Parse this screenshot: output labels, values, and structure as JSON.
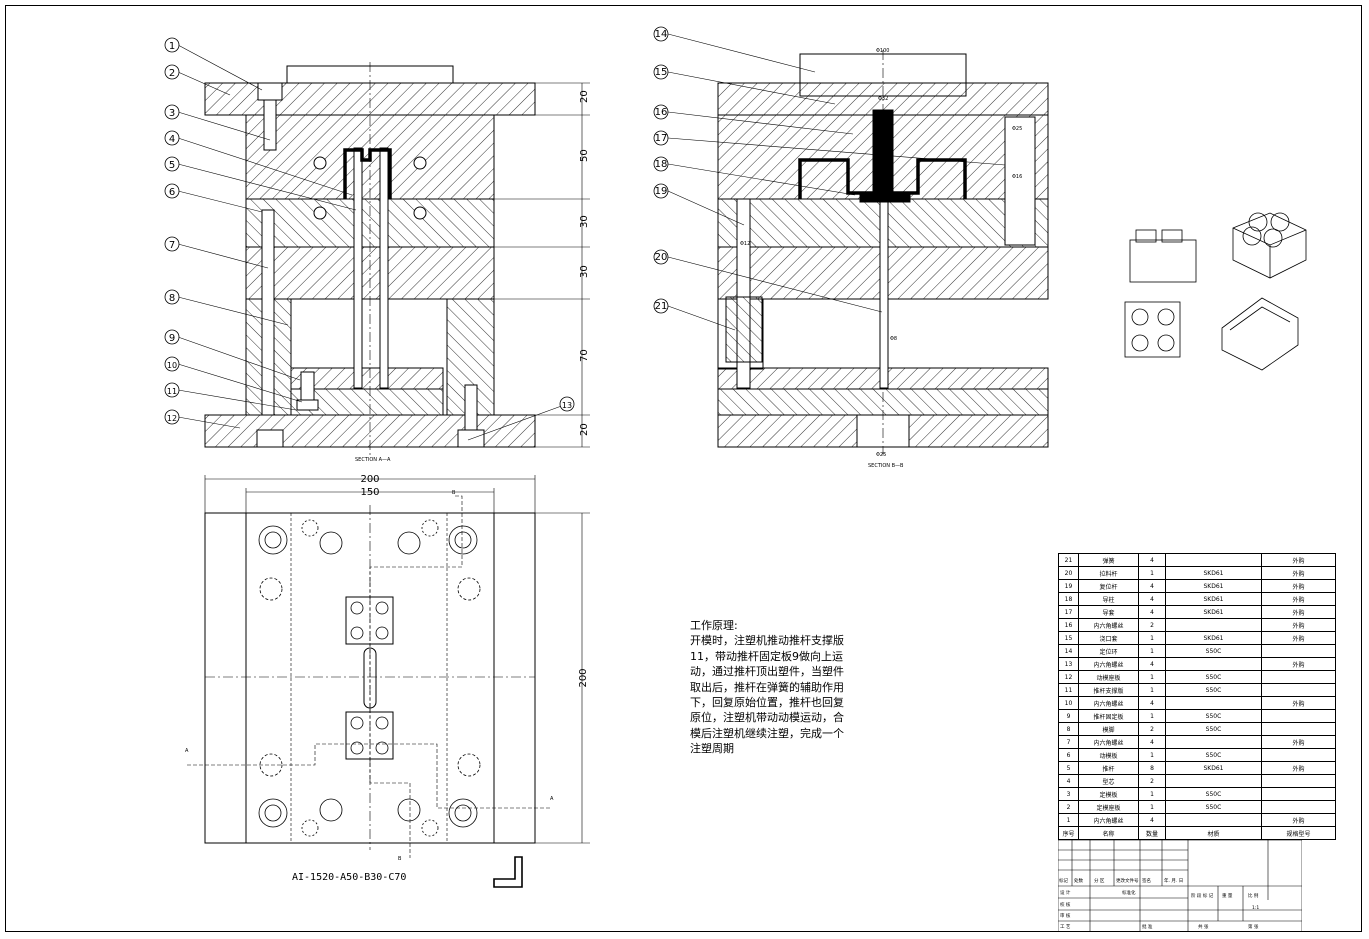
{
  "callouts": [
    "1",
    "2",
    "3",
    "4",
    "5",
    "6",
    "7",
    "8",
    "9",
    "10",
    "11",
    "12",
    "13",
    "14",
    "15",
    "16",
    "17",
    "18",
    "19",
    "20",
    "21"
  ],
  "section_a_label": "SECTION A—A",
  "section_b_label": "SECTION B—B",
  "dims_left": {
    "d1": "20",
    "d2": "50",
    "d3": "30",
    "d4": "30",
    "d5": "70",
    "d6": "20"
  },
  "plan_dims": {
    "width": "200",
    "inner": "150",
    "height": "200"
  },
  "model_code": "AI-1520-A50-B30-C70",
  "small_labels": {
    "top_width": "Φ100",
    "sprue": "Φ32",
    "guide1": "Φ25",
    "guide2": "Φ16",
    "return": "Φ12",
    "ejector": "Φ8",
    "bottom": "Φ25"
  },
  "section_letters": {
    "a": "A",
    "b": "B"
  },
  "notes": {
    "title": "工作原理:",
    "body": "开模时，注塑机推动推杆支撑版11，带动推杆固定板9做向上运动，通过推杆顶出塑件，当塑件取出后，推杆在弹簧的辅助作用下，回复原始位置，推杆也回复原位，注塑机带动动模运动，合模后注塑机继续注塑，完成一个注塑周期"
  },
  "bom": {
    "header": [
      "序号",
      "名称",
      "数量",
      "材质",
      "规格型号"
    ],
    "rows": [
      [
        "21",
        "弹簧",
        "4",
        "",
        "外购"
      ],
      [
        "20",
        "拉料杆",
        "1",
        "SKD61",
        "外购"
      ],
      [
        "19",
        "复位杆",
        "4",
        "SKD61",
        "外购"
      ],
      [
        "18",
        "导柱",
        "4",
        "SKD61",
        "外购"
      ],
      [
        "17",
        "导套",
        "4",
        "SKD61",
        "外购"
      ],
      [
        "16",
        "内六角螺丝",
        "2",
        "",
        "外购"
      ],
      [
        "15",
        "浇口套",
        "1",
        "SKD61",
        "外购"
      ],
      [
        "14",
        "定位环",
        "1",
        "S50C",
        ""
      ],
      [
        "13",
        "内六角螺丝",
        "4",
        "",
        "外购"
      ],
      [
        "12",
        "动模座板",
        "1",
        "S50C",
        ""
      ],
      [
        "11",
        "推杆支撑版",
        "1",
        "S50C",
        ""
      ],
      [
        "10",
        "内六角螺丝",
        "4",
        "",
        "外购"
      ],
      [
        "9",
        "推杆固定板",
        "1",
        "S50C",
        ""
      ],
      [
        "8",
        "模脚",
        "2",
        "S50C",
        ""
      ],
      [
        "7",
        "内六角螺丝",
        "4",
        "",
        "外购"
      ],
      [
        "6",
        "动模板",
        "1",
        "S50C",
        ""
      ],
      [
        "5",
        "推杆",
        "8",
        "SKD61",
        "外购"
      ],
      [
        "4",
        "型芯",
        "2",
        "",
        ""
      ],
      [
        "3",
        "定模板",
        "1",
        "S50C",
        ""
      ],
      [
        "2",
        "定模座板",
        "1",
        "S50C",
        ""
      ],
      [
        "1",
        "内六角螺丝",
        "4",
        "",
        "外购"
      ]
    ]
  },
  "title_block": {
    "revision_row": [
      "标记",
      "处数",
      "分 区",
      "更改文件号",
      "签名",
      "年. 月. 日"
    ],
    "left_rows": [
      "设 计",
      "校 核",
      "审 核",
      "工 艺"
    ],
    "std_label": "标准化",
    "approve_label": "批 准",
    "stage_row": [
      "阶 段 标 记",
      "重 量",
      "比 例"
    ],
    "scale": "1:1",
    "sheet_row": [
      "共 张",
      "第 张"
    ]
  }
}
